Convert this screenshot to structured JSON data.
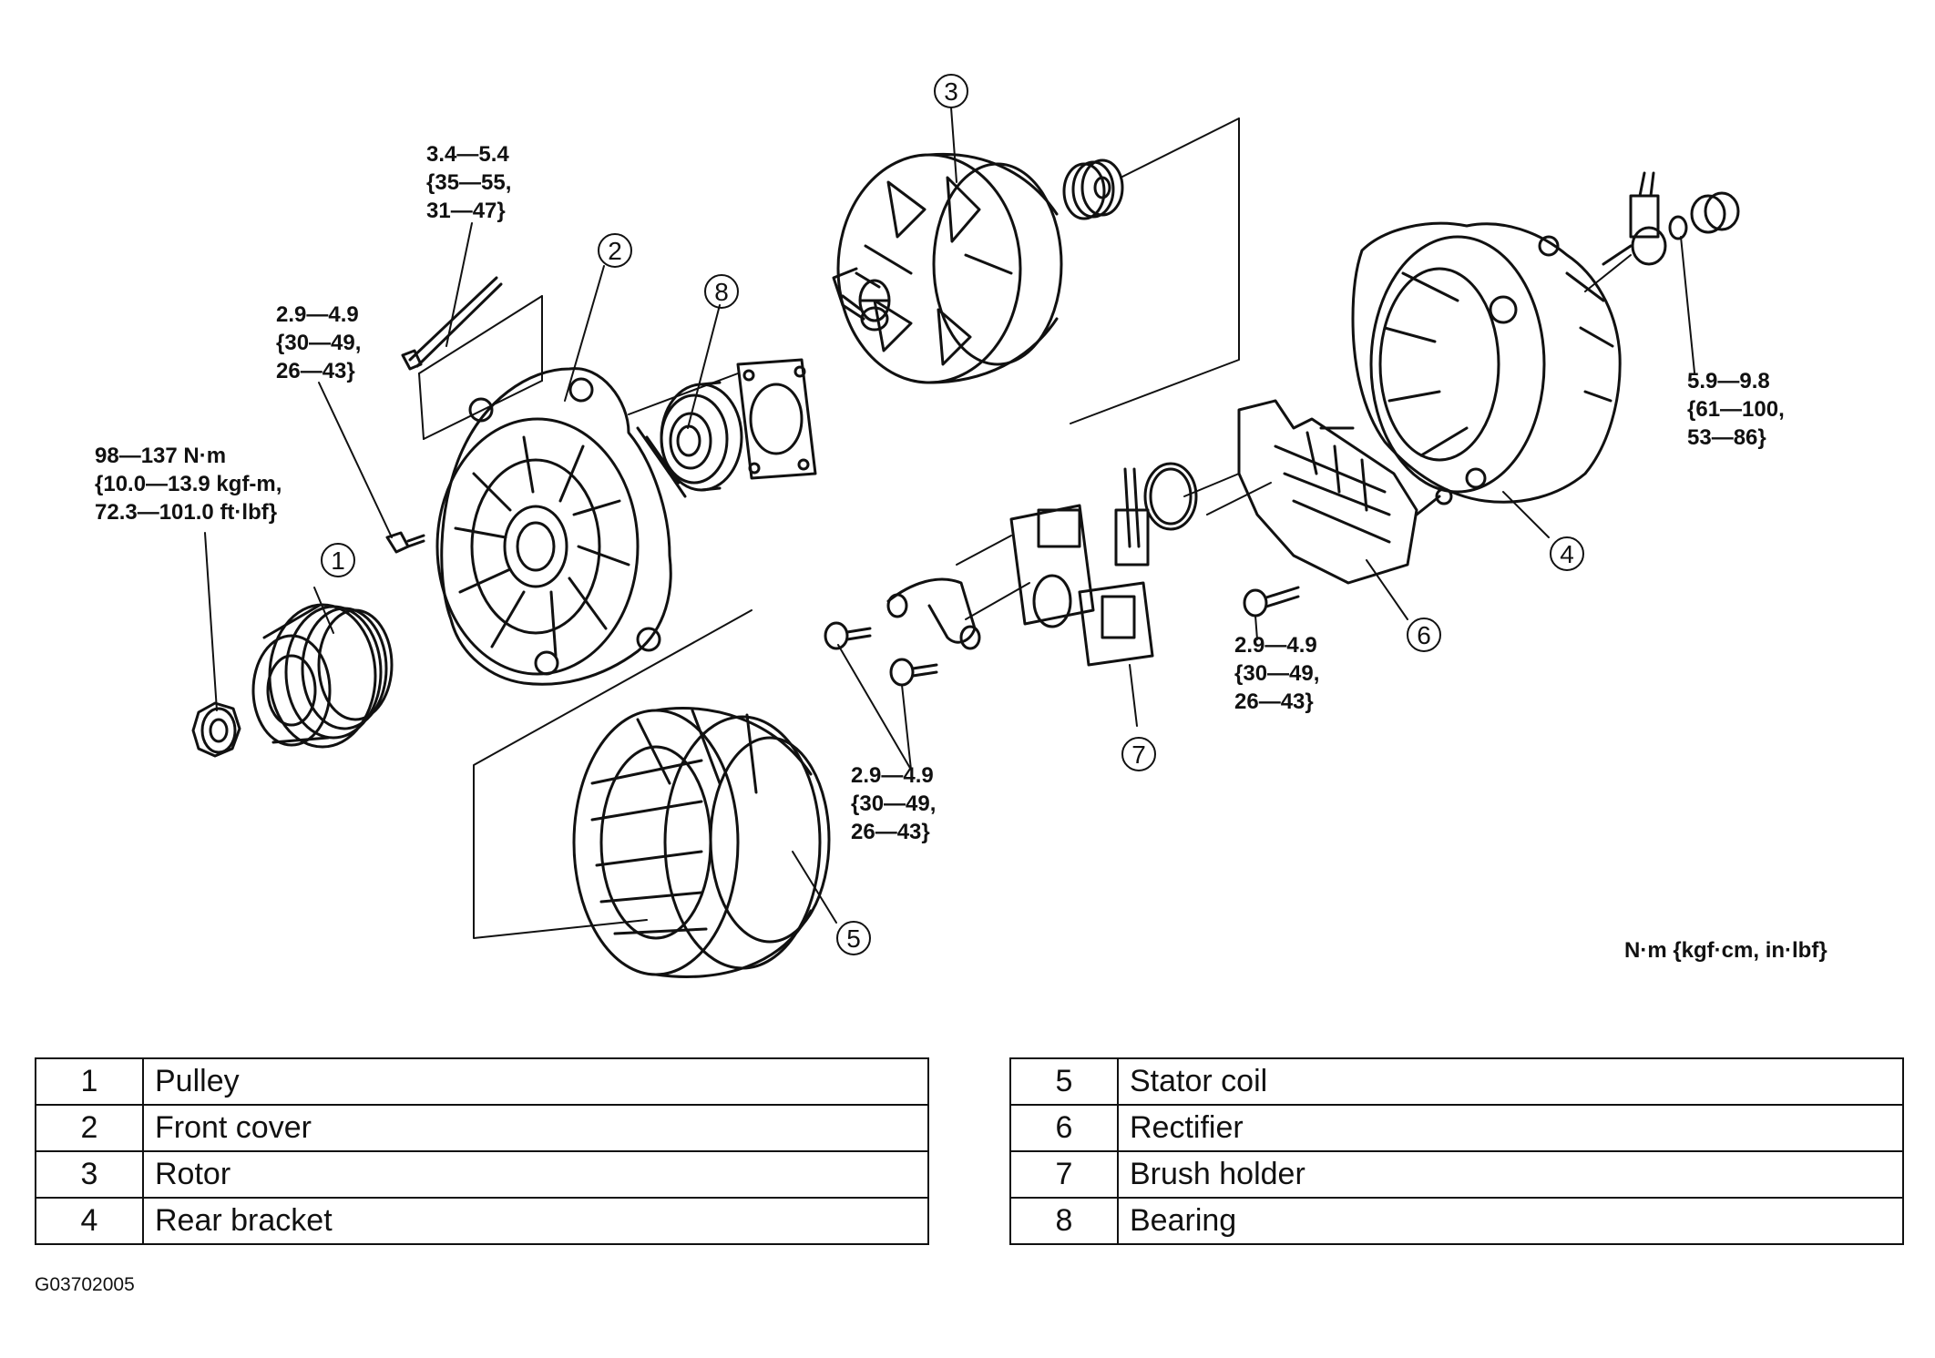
{
  "callouts": [
    "1",
    "2",
    "3",
    "4",
    "5",
    "6",
    "7",
    "8"
  ],
  "torque_specs": {
    "pulley_nut": [
      "98—137 N·m",
      "{10.0—13.9 kgf-m,",
      "72.3—101.0 ft·lbf}"
    ],
    "through_bolt": [
      "3.4—5.4",
      "{35—55,",
      "31—47}"
    ],
    "front_bolt": [
      "2.9—4.9",
      "{30—49,",
      "26—43}"
    ],
    "brush_screws": [
      "2.9—4.9",
      "{30—49,",
      "26—43}"
    ],
    "rectifier_screw": [
      "2.9—4.9",
      "{30—49,",
      "26—43}"
    ],
    "terminal_nut": [
      "5.9—9.8",
      "{61—100,",
      "53—86}"
    ]
  },
  "units_note": "N·m {kgf·cm, in·lbf}",
  "legend": [
    {
      "num": "1",
      "name": "Pulley"
    },
    {
      "num": "2",
      "name": "Front cover"
    },
    {
      "num": "3",
      "name": "Rotor"
    },
    {
      "num": "4",
      "name": "Rear bracket"
    },
    {
      "num": "5",
      "name": "Stator coil"
    },
    {
      "num": "6",
      "name": "Rectifier"
    },
    {
      "num": "7",
      "name": "Brush holder"
    },
    {
      "num": "8",
      "name": "Bearing"
    }
  ],
  "figure_code": "G03702005"
}
